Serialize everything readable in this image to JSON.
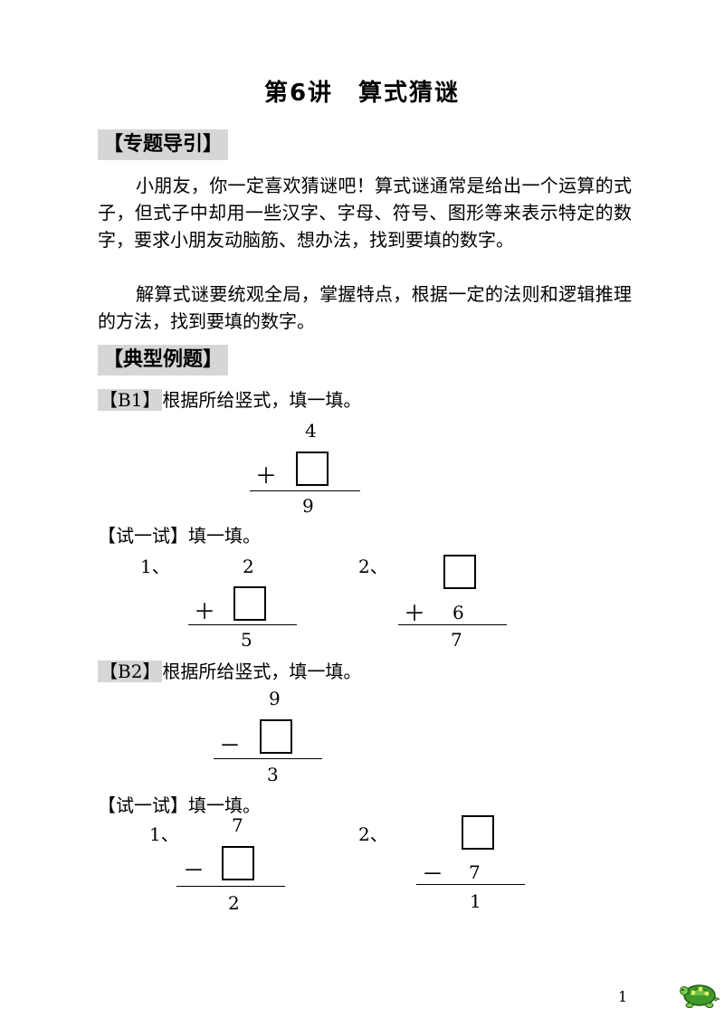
{
  "title": "第6讲　算式猜谜",
  "intro": {
    "heading": "【专题导引】",
    "p1": "小朋友，你一定喜欢猜谜吧！算式谜通常是给出一个运算的式子，但式子中却用一些汉字、字母、符号、图形等来表示特定的数字，要求小朋友动脑筋、想办法，找到要填的数字。",
    "p2": "解算式谜要统观全局，掌握特点，根据一定的法则和逻辑推理的方法，找到要填的数字。"
  },
  "examples": {
    "heading": "【典型例题】",
    "b1": {
      "tag": "【B1】",
      "text": "根据所给竖式，填一填。",
      "top": "4",
      "op": "＋",
      "result": "9"
    },
    "try1": {
      "label": "【试一试】填一填。",
      "q1": {
        "index": "1、",
        "top": "2",
        "op": "＋",
        "result": "5"
      },
      "q2": {
        "index": "2、",
        "op": "＋",
        "second": "6",
        "result": "7"
      }
    },
    "b2": {
      "tag": "【B2】",
      "text": "根据所给竖式，填一填。",
      "top": "9",
      "op": "－",
      "result": "3"
    },
    "try2": {
      "label": "【试一试】填一填。",
      "q1": {
        "index": "1、",
        "top": "7",
        "op": "－",
        "result": "2"
      },
      "q2": {
        "index": "2、",
        "op": "－",
        "second": "7",
        "result": "1"
      }
    }
  },
  "page_number": "1",
  "logo_icon": "turtle-logo-icon"
}
